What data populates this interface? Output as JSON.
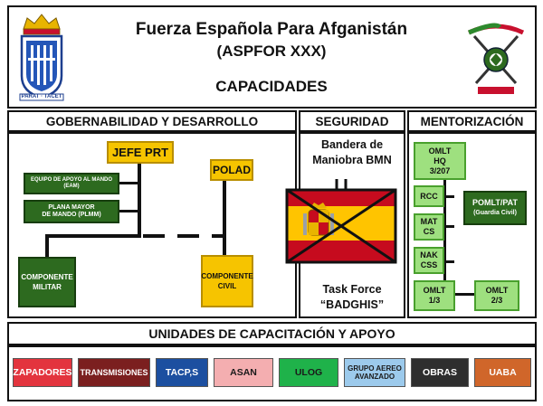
{
  "header": {
    "title_line1": "Fuerza Española Para Afganistán",
    "title_line2": "(ASPFOR XXX)",
    "title_line3": "CAPACIDADES",
    "left_crest_motto": "PARAT · TACET"
  },
  "sections": {
    "gobernabilidad": {
      "title": "GOBERNABILIDAD Y DESARROLLO",
      "jefe_prt": "JEFE PRT",
      "polad": "POLAD",
      "equipo_apoyo": "EQUIPO DE APOYO AL MANDO (EAM)",
      "plana_mayor_l1": "PLANA MAYOR",
      "plana_mayor_l2": "DE MANDO (PLMM)",
      "componente_militar_l1": "COMPONENTE",
      "componente_militar_l2": "MILITAR",
      "componente_civil_l1": "COMPONENTE",
      "componente_civil_l2": "CIVIL"
    },
    "seguridad": {
      "title": "SEGURIDAD",
      "bandera_l1": "Bandera de",
      "bandera_l2": "Maniobra BMN",
      "task_force_l1": "Task Force",
      "task_force_l2": "“BADGHIS”"
    },
    "mentorizacion": {
      "title": "MENTORIZACIÓN",
      "omlt_hq_l1": "OMLT",
      "omlt_hq_l2": "HQ",
      "omlt_hq_l3": "3/207",
      "rcc": "RCC",
      "mat_l1": "MAT",
      "mat_l2": "CS",
      "nak_l1": "NAK",
      "nak_l2": "CSS",
      "omlt13_l1": "OMLT",
      "omlt13_l2": "1/3",
      "omlt23_l1": "OMLT",
      "omlt23_l2": "2/3",
      "pomlt_l1": "POMLT/PAT",
      "pomlt_l2": "(Guardia Civil)"
    }
  },
  "unidades": {
    "title": "UNIDADES DE CAPACITACIÓN Y APOYO",
    "items": [
      {
        "label": "ZAPADORES",
        "bg": "#e3343e",
        "fg": "#ffffff"
      },
      {
        "label": "TRANSMISIONES",
        "bg": "#7b1f1f",
        "fg": "#ffffff"
      },
      {
        "label": "TACP,S",
        "bg": "#1c4fa0",
        "fg": "#ffffff"
      },
      {
        "label": "ASAN",
        "bg": "#f4aeb0",
        "fg": "#1a1a1a"
      },
      {
        "label": "ULOG",
        "bg": "#1fb24a",
        "fg": "#1a1a1a"
      },
      {
        "label": "GRUPO AEREO AVANZADO",
        "bg": "#9ccaec",
        "fg": "#1a1a1a"
      },
      {
        "label": "OBRAS",
        "bg": "#2e2e2e",
        "fg": "#ffffff"
      },
      {
        "label": "UABA",
        "bg": "#d0662a",
        "fg": "#ffffff"
      }
    ]
  },
  "colors": {
    "dark_green": "#2d6a1f",
    "yellow": "#f6c400",
    "light_green": "#9ee07f",
    "flag_red": "#c60b1e",
    "flag_yellow": "#ffc400"
  }
}
